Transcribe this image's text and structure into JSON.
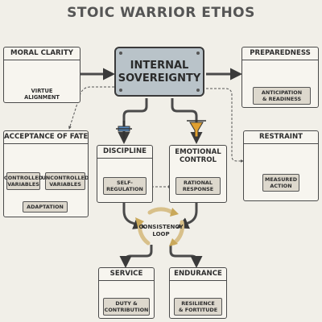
{
  "title": "STOIC WARRIOR ETHOS",
  "core": {
    "label_line1": "INTERNAL",
    "label_line2": "SOVEREIGNTY"
  },
  "moral_clarity": {
    "title": "MORAL CLARITY",
    "sub_line1": "VIRTUE",
    "sub_line2": "ALIGNMENT"
  },
  "preparedness": {
    "title": "PREPAREDNESS",
    "sub_line1": "ANTICIPATION",
    "sub_line2": "& READINESS"
  },
  "acceptance": {
    "title": "ACCEPTANCE OF FATE",
    "left_line1": "CONTROLLED",
    "left_line2": "VARIABLES",
    "right_line1": "UNCONTROLLED",
    "right_line2": "VARIABLES",
    "bottom": "ADAPTATION"
  },
  "restraint": {
    "title": "RESTRAINT",
    "sub_line1": "MEASURED",
    "sub_line2": "ACTION"
  },
  "discipline": {
    "title": "DISCIPLINE",
    "sub_line1": "SELF-",
    "sub_line2": "REGULATION"
  },
  "emotional": {
    "title_line1": "EMOTIONAL",
    "title_line2": "CONTROL",
    "sub_line1": "RATIONAL",
    "sub_line2": "RESPONSE"
  },
  "loop": {
    "line1": "CONSISTENCY",
    "line2": "LOOP"
  },
  "service": {
    "title": "SERVICE",
    "sub_line1": "DUTY &",
    "sub_line2": "CONTRIBUTION"
  },
  "endurance": {
    "title": "ENDURANCE",
    "sub_line1": "RESILIENCE",
    "sub_line2": "& FORTITUDE"
  },
  "colors": {
    "background": "#f1efe8",
    "wire": "#4a4a4a",
    "core_fill": "#b9c3c9",
    "accent_orange": "#e0a030",
    "accent_blue": "#5b8fc4",
    "loop_arrows": "#d8c08a"
  }
}
